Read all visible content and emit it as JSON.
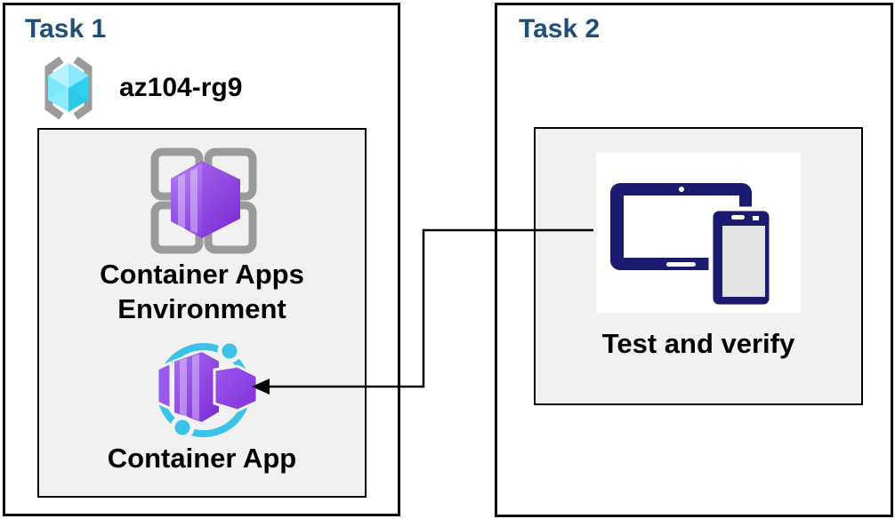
{
  "task1": {
    "title": "Task 1",
    "resource_group_name": "az104-rg9",
    "environment_label": [
      "Container Apps",
      "Environment"
    ],
    "container_app_label": "Container App"
  },
  "task2": {
    "title": "Task 2",
    "test_label": "Test and verify"
  },
  "icons": {
    "resource_group": "resource-group-icon",
    "container_apps_environment": "container-apps-environment-icon",
    "container_app": "container-app-icon",
    "devices": "tablet-phone-icon",
    "connector": "arrow-connector"
  },
  "colors": {
    "heading_blue": "#1F4E79",
    "inner_box_bg": "#F1F1F1",
    "border_black": "#000000",
    "navy_device": "#1A1A6E",
    "device_screen_gray": "#E3E3E3",
    "bracket_gray": "#9B9B9B",
    "grid_gray": "#9A9A9A",
    "cube_cyan_light": "#B5F1FF",
    "cube_cyan_mid": "#7FE7FD",
    "cube_cyan_dark": "#30CFF0",
    "purple_light": "#A970F0",
    "purple_mid": "#8B46E4",
    "purple_dark": "#7B27D4",
    "ring_cyan": "#3BC2E8"
  }
}
